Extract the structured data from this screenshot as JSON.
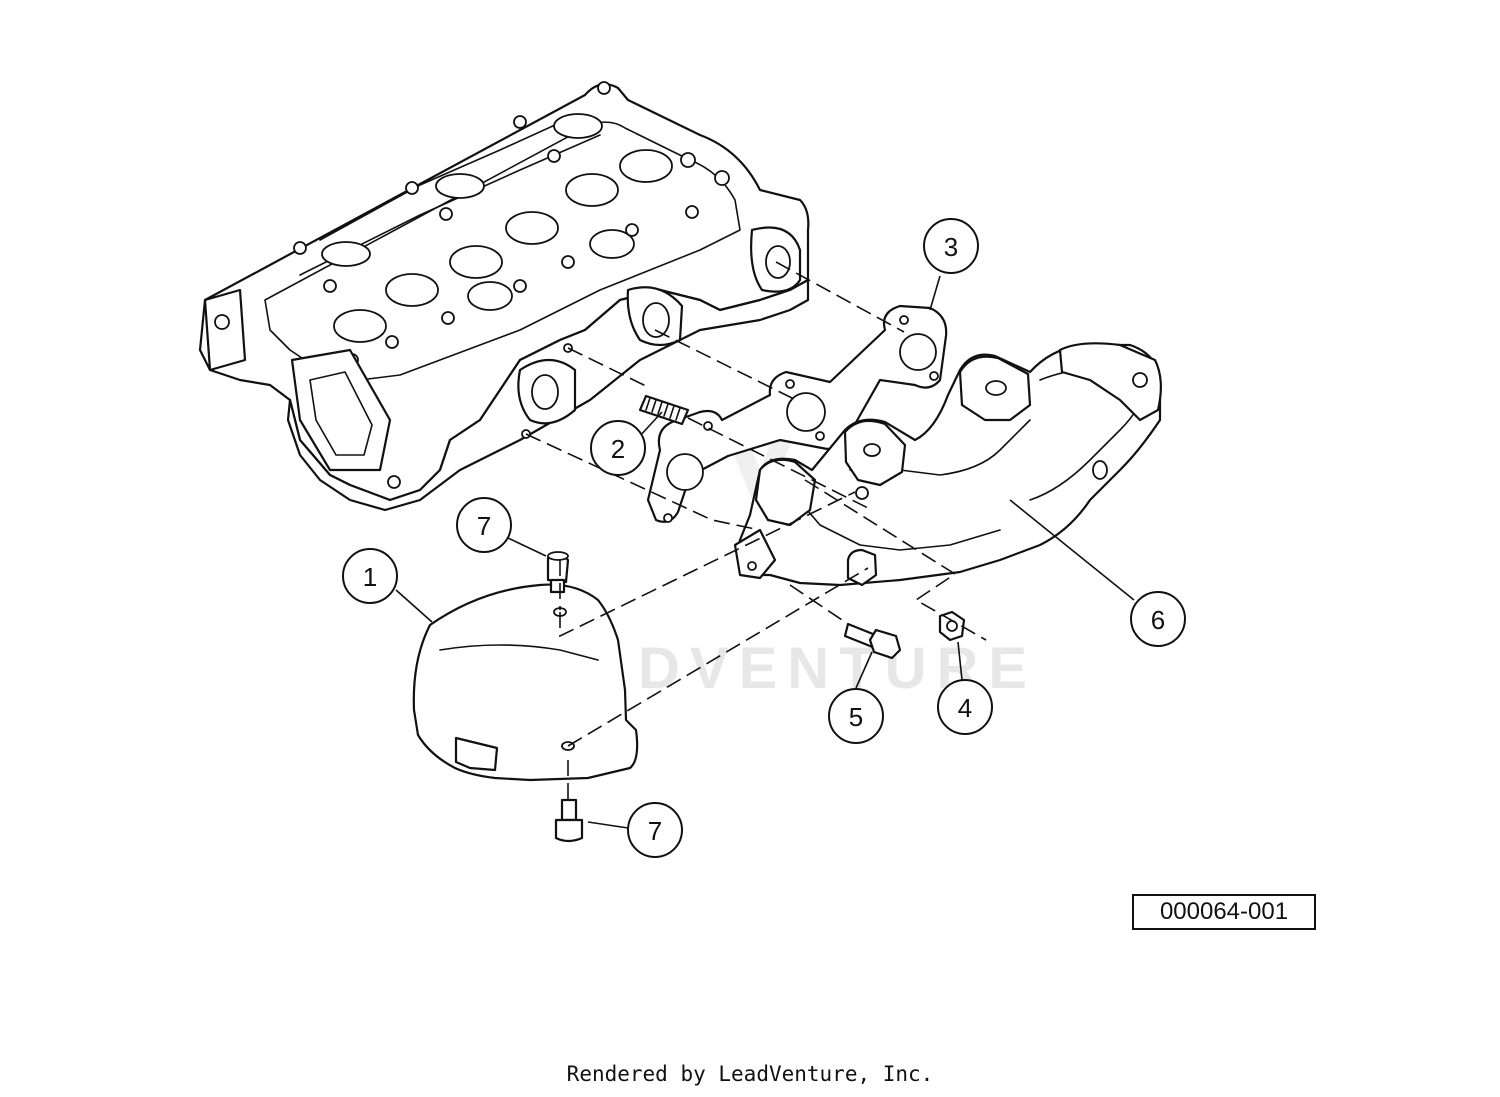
{
  "diagram": {
    "callouts": [
      {
        "number": "1",
        "part": "heat-shield"
      },
      {
        "number": "2",
        "part": "stud"
      },
      {
        "number": "3",
        "part": "gasket"
      },
      {
        "number": "4",
        "part": "nut"
      },
      {
        "number": "5",
        "part": "bolt"
      },
      {
        "number": "6",
        "part": "exhaust-manifold"
      },
      {
        "number": "7",
        "part": "screw-upper"
      },
      {
        "number": "7",
        "part": "screw-lower"
      }
    ],
    "watermark": "LEADVENTURE",
    "figure_id": "000064-001"
  },
  "footer": {
    "rendered_by": "Rendered by LeadVenture, Inc."
  }
}
